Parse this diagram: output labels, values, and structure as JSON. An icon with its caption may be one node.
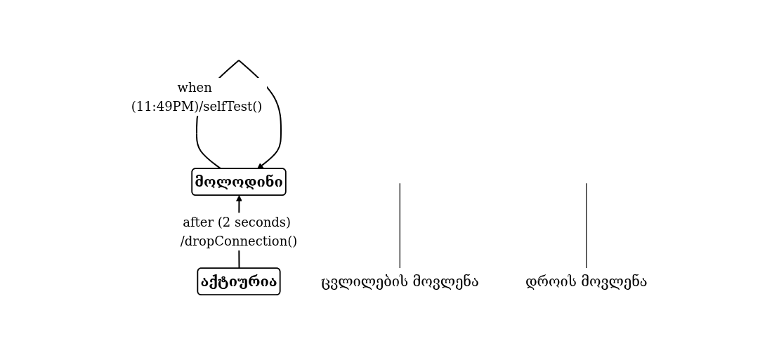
{
  "diagram": {
    "nodes": [
      {
        "text": [
          "ცვლილების მოვლენა"
        ]
      },
      {
        "text": [
          "მოლოდინი"
        ]
      },
      {
        "text": [
          "დროის მოვლენა"
        ]
      },
      {
        "text": [
          "აქტიურია"
        ]
      }
    ],
    "edges": [
      {
        "from": 1,
        "to": 1,
        "arrow": "to",
        "label": "when (11:49PM)/selfTest()"
      },
      {
        "from": 3,
        "to": 1,
        "arrow": "to",
        "label": "after (2 seconds) /dropConnection()"
      },
      {
        "from": 0,
        "to": null,
        "arrow": "none"
      },
      {
        "from": 2,
        "to": null,
        "arrow": "none"
      }
    ]
  }
}
